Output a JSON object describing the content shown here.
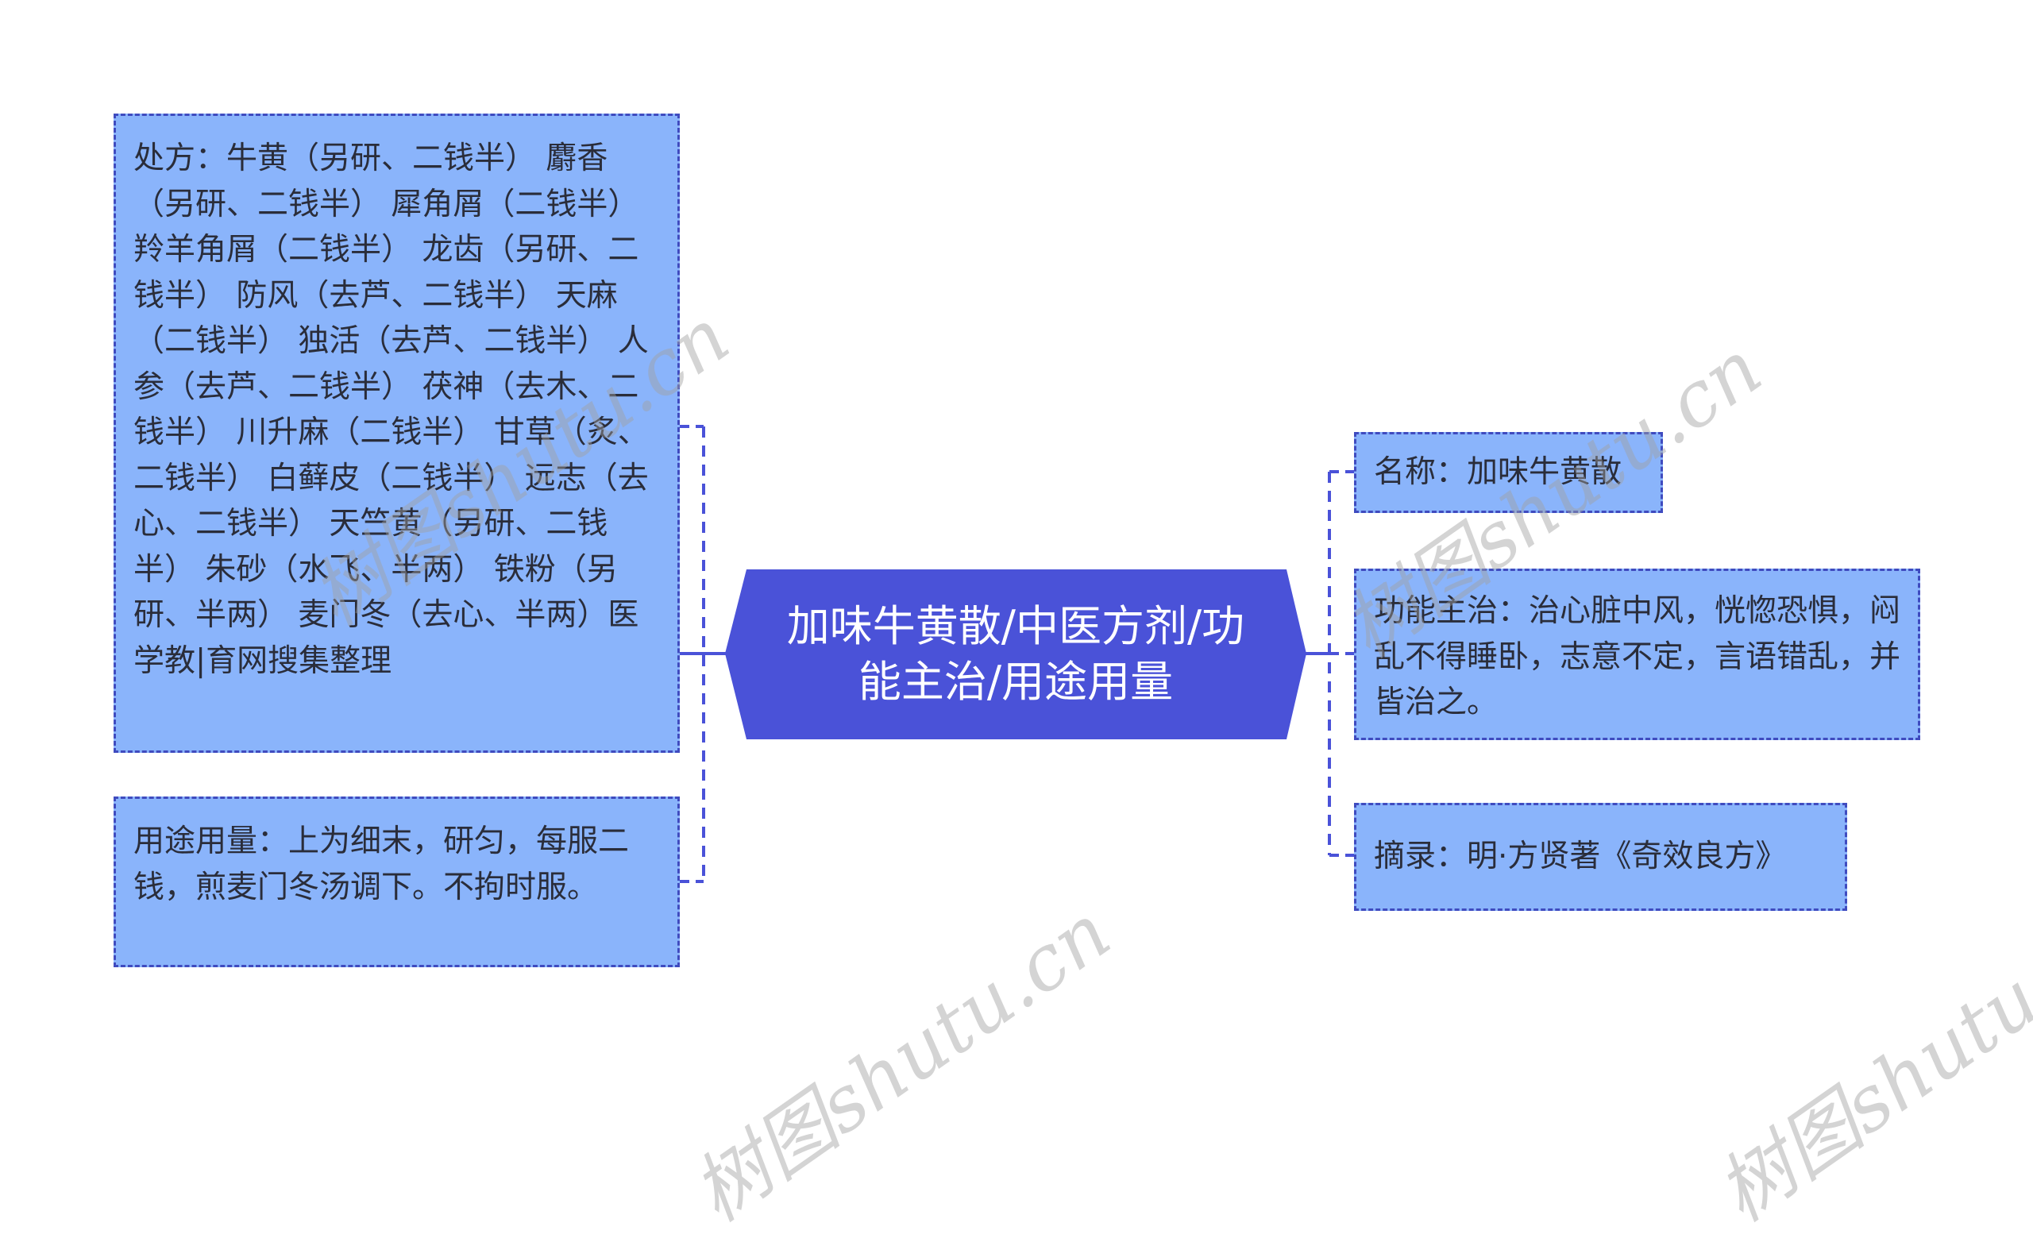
{
  "root": {
    "label": "加味牛黄散/中医方剂/功能主治/用途用量",
    "color": "#4a52d8"
  },
  "left_nodes": [
    {
      "id": "prescription",
      "text": "处方：牛黄（另研、二钱半） 麝香（另研、二钱半） 犀角屑（二钱半） 羚羊角屑（二钱半） 龙齿（另研、二钱半） 防风（去芦、二钱半） 天麻（二钱半） 独活（去芦、二钱半） 人参（去芦、二钱半） 茯神（去木、二钱半） 川升麻（二钱半） 甘草（炙、二钱半） 白藓皮（二钱半） 远志（去心、二钱半） 天竺黄（另研、二钱半） 朱砂（水飞、半两） 铁粉（另研、半两） 麦门冬（去心、半两）医学教|育网搜集整理"
    },
    {
      "id": "usage",
      "text": "用途用量：上为细末，研匀，每服二钱，煎麦门冬汤调下。不拘时服。"
    }
  ],
  "right_nodes": [
    {
      "id": "name",
      "text": "名称：加味牛黄散"
    },
    {
      "id": "indications",
      "text": "功能主治：治心脏中风，恍惚恐惧，闷乱不得睡卧，志意不定，言语错乱，并皆治之。"
    },
    {
      "id": "source",
      "text": "摘录：明·方贤著《奇效良方》"
    }
  ],
  "watermark": {
    "text": "树图shutu.cn",
    "color": "#a0a0a0"
  },
  "colors": {
    "node_fill": "#8ab4fb",
    "node_border": "#3f4bbf",
    "connector": "#4a52d8",
    "text": "#2a2d3a"
  }
}
